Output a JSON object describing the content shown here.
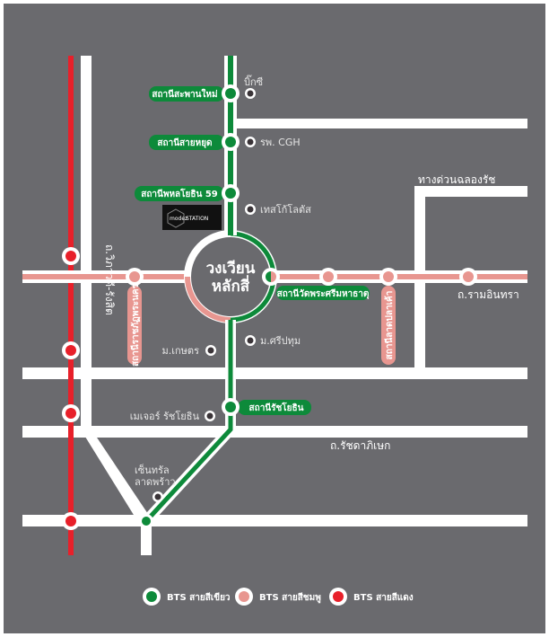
{
  "colors": {
    "background": "#6a6a6e",
    "green": "#0d8a3a",
    "pink": "#e89690",
    "red": "#e8202a",
    "road": "#ffffff",
    "landmark": "#3a3438"
  },
  "center": {
    "line1": "วงเวียน",
    "line2": "หลักสี่"
  },
  "green_stations": [
    "สถานีสะพานใหม่",
    "สถานีสายหยุด",
    "สถานีพหลโยธิน 59",
    "สถานีวัดพระศรีมหาธาตุ",
    "สถานีรัชโยธิน"
  ],
  "pink_stations": [
    "สถานีราชภัฏพระนคร",
    "สถานีลาดปลาเค้า"
  ],
  "landmarks": [
    "บิ๊กซี",
    "รพ. CGH",
    "เทสโก้โลตัส",
    "ม.เกษตร",
    "ม.ศรีปทุม",
    "เมเจอร์ รัชโยธิน",
    "เซ็นทรัล",
    "ลาดพร้าว"
  ],
  "roads": [
    "ถ.วิภาวดี-รังสิต",
    "ทางด่วนฉลองรัช",
    "ถ.รามอินทรา",
    "ถ.รัชดาภิเษก"
  ],
  "logo": {
    "brand": "modez",
    "suffix": "STATION"
  },
  "legend": [
    "BTS สายสีเขียว",
    "BTS สายสีชมพู",
    "BTS สายสีแดง"
  ]
}
